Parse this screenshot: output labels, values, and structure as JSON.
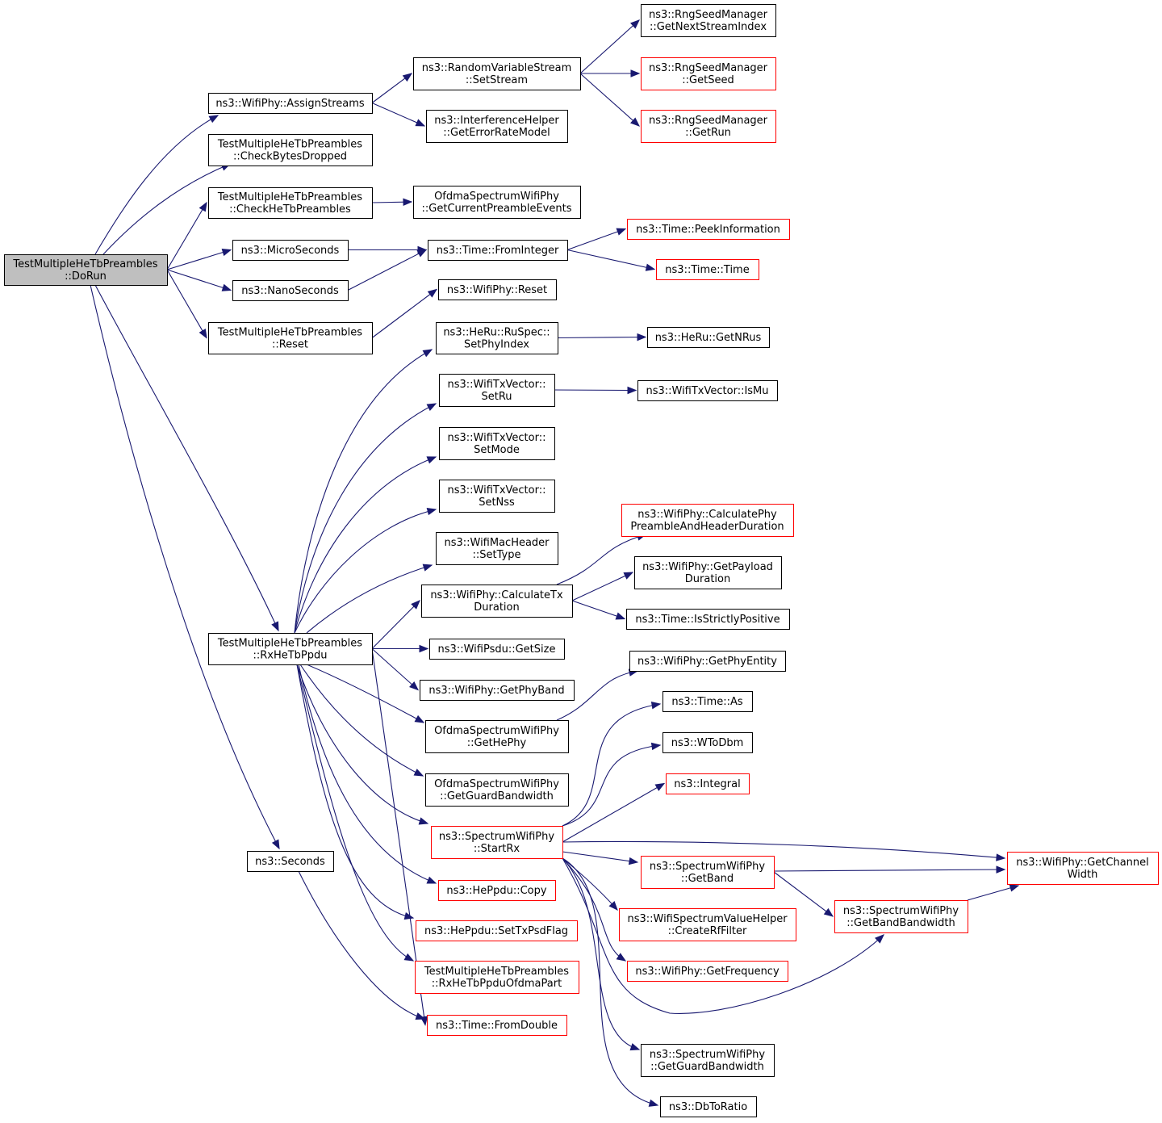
{
  "root": "TestMultipleHeTbPreambles::DoRun",
  "colors": {
    "edge": "#191970",
    "node_border": "#000000",
    "truncated_border": "#ff0000",
    "root_fill": "#bfbfbf"
  },
  "nodes": [
    {
      "id": "dorun",
      "lines": [
        "TestMultipleHeTbPreambles",
        "::DoRun"
      ],
      "style": "root"
    },
    {
      "id": "assignstreams",
      "lines": [
        "ns3::WifiPhy::AssignStreams"
      ],
      "style": "normal"
    },
    {
      "id": "checkbytes",
      "lines": [
        "TestMultipleHeTbPreambles",
        "::CheckBytesDropped"
      ],
      "style": "normal"
    },
    {
      "id": "checkhetb",
      "lines": [
        "TestMultipleHeTbPreambles",
        "::CheckHeTbPreambles"
      ],
      "style": "normal"
    },
    {
      "id": "micro",
      "lines": [
        "ns3::MicroSeconds"
      ],
      "style": "normal"
    },
    {
      "id": "nano",
      "lines": [
        "ns3::NanoSeconds"
      ],
      "style": "normal"
    },
    {
      "id": "reset",
      "lines": [
        "TestMultipleHeTbPreambles",
        "::Reset"
      ],
      "style": "normal"
    },
    {
      "id": "rxhetb",
      "lines": [
        "TestMultipleHeTbPreambles",
        "::RxHeTbPpdu"
      ],
      "style": "normal"
    },
    {
      "id": "seconds",
      "lines": [
        "ns3::Seconds"
      ],
      "style": "normal"
    },
    {
      "id": "setstream",
      "lines": [
        "ns3::RandomVariableStream",
        "::SetStream"
      ],
      "style": "normal"
    },
    {
      "id": "errmodel",
      "lines": [
        "ns3::InterferenceHelper",
        "::GetErrorRateModel"
      ],
      "style": "normal"
    },
    {
      "id": "nextstream",
      "lines": [
        "ns3::RngSeedManager",
        "::GetNextStreamIndex"
      ],
      "style": "normal"
    },
    {
      "id": "getseed",
      "lines": [
        "ns3::RngSeedManager",
        "::GetSeed"
      ],
      "style": "red"
    },
    {
      "id": "getrun",
      "lines": [
        "ns3::RngSeedManager",
        "::GetRun"
      ],
      "style": "red"
    },
    {
      "id": "curpre",
      "lines": [
        "OfdmaSpectrumWifiPhy",
        "::GetCurrentPreambleEvents"
      ],
      "style": "normal"
    },
    {
      "id": "frominteger",
      "lines": [
        "ns3::Time::FromInteger"
      ],
      "style": "normal"
    },
    {
      "id": "peekinfo",
      "lines": [
        "ns3::Time::PeekInformation"
      ],
      "style": "red"
    },
    {
      "id": "timetime",
      "lines": [
        "ns3::Time::Time"
      ],
      "style": "red"
    },
    {
      "id": "phyreset",
      "lines": [
        "ns3::WifiPhy::Reset"
      ],
      "style": "normal"
    },
    {
      "id": "setphyindex",
      "lines": [
        "ns3::HeRu::RuSpec::",
        "SetPhyIndex"
      ],
      "style": "normal"
    },
    {
      "id": "getnrus",
      "lines": [
        "ns3::HeRu::GetNRus"
      ],
      "style": "normal"
    },
    {
      "id": "setru",
      "lines": [
        "ns3::WifiTxVector::",
        "SetRu"
      ],
      "style": "normal"
    },
    {
      "id": "ismu",
      "lines": [
        "ns3::WifiTxVector::IsMu"
      ],
      "style": "normal"
    },
    {
      "id": "setmode",
      "lines": [
        "ns3::WifiTxVector::",
        "SetMode"
      ],
      "style": "normal"
    },
    {
      "id": "setnss",
      "lines": [
        "ns3::WifiTxVector::",
        "SetNss"
      ],
      "style": "normal"
    },
    {
      "id": "settype",
      "lines": [
        "ns3::WifiMacHeader",
        "::SetType"
      ],
      "style": "normal"
    },
    {
      "id": "calctx",
      "lines": [
        "ns3::WifiPhy::CalculateTx",
        "Duration"
      ],
      "style": "normal"
    },
    {
      "id": "calcphy",
      "lines": [
        "ns3::WifiPhy::CalculatePhy",
        "PreambleAndHeaderDuration"
      ],
      "style": "red"
    },
    {
      "id": "getpayload",
      "lines": [
        "ns3::WifiPhy::GetPayload",
        "Duration"
      ],
      "style": "normal"
    },
    {
      "id": "isstrict",
      "lines": [
        "ns3::Time::IsStrictlyPositive"
      ],
      "style": "normal"
    },
    {
      "id": "getsize",
      "lines": [
        "ns3::WifiPsdu::GetSize"
      ],
      "style": "normal"
    },
    {
      "id": "getphyband",
      "lines": [
        "ns3::WifiPhy::GetPhyBand"
      ],
      "style": "normal"
    },
    {
      "id": "gethephy",
      "lines": [
        "OfdmaSpectrumWifiPhy",
        "::GetHePhy"
      ],
      "style": "normal"
    },
    {
      "id": "getphyentity",
      "lines": [
        "ns3::WifiPhy::GetPhyEntity"
      ],
      "style": "normal"
    },
    {
      "id": "ofdmaguard",
      "lines": [
        "OfdmaSpectrumWifiPhy",
        "::GetGuardBandwidth"
      ],
      "style": "normal"
    },
    {
      "id": "startrx",
      "lines": [
        "ns3::SpectrumWifiPhy",
        "::StartRx"
      ],
      "style": "red"
    },
    {
      "id": "timeas",
      "lines": [
        "ns3::Time::As"
      ],
      "style": "normal"
    },
    {
      "id": "wtodbm",
      "lines": [
        "ns3::WToDbm"
      ],
      "style": "normal"
    },
    {
      "id": "integral",
      "lines": [
        "ns3::Integral"
      ],
      "style": "red"
    },
    {
      "id": "getchannelwidth",
      "lines": [
        "ns3::WifiPhy::GetChannel",
        "Width"
      ],
      "style": "red"
    },
    {
      "id": "getband",
      "lines": [
        "ns3::SpectrumWifiPhy",
        "::GetBand"
      ],
      "style": "red"
    },
    {
      "id": "createrf",
      "lines": [
        "ns3::WifiSpectrumValueHelper",
        "::CreateRfFilter"
      ],
      "style": "red"
    },
    {
      "id": "getbandbw",
      "lines": [
        "ns3::SpectrumWifiPhy",
        "::GetBandBandwidth"
      ],
      "style": "red"
    },
    {
      "id": "getfreq",
      "lines": [
        "ns3::WifiPhy::GetFrequency"
      ],
      "style": "red"
    },
    {
      "id": "spguard",
      "lines": [
        "ns3::SpectrumWifiPhy",
        "::GetGuardBandwidth"
      ],
      "style": "normal"
    },
    {
      "id": "dbtoratio",
      "lines": [
        "ns3::DbToRatio"
      ],
      "style": "normal"
    },
    {
      "id": "heppducopy",
      "lines": [
        "ns3::HePpdu::Copy"
      ],
      "style": "red"
    },
    {
      "id": "settxpsd",
      "lines": [
        "ns3::HePpdu::SetTxPsdFlag"
      ],
      "style": "red"
    },
    {
      "id": "rxofdma",
      "lines": [
        "TestMultipleHeTbPreambles",
        "::RxHeTbPpduOfdmaPart"
      ],
      "style": "red"
    },
    {
      "id": "fromdouble",
      "lines": [
        "ns3::Time::FromDouble"
      ],
      "style": "red"
    }
  ],
  "edges": [
    [
      "dorun",
      "assignstreams"
    ],
    [
      "dorun",
      "checkbytes"
    ],
    [
      "dorun",
      "checkhetb"
    ],
    [
      "dorun",
      "micro"
    ],
    [
      "dorun",
      "nano"
    ],
    [
      "dorun",
      "reset"
    ],
    [
      "dorun",
      "rxhetb"
    ],
    [
      "dorun",
      "seconds"
    ],
    [
      "assignstreams",
      "setstream"
    ],
    [
      "assignstreams",
      "errmodel"
    ],
    [
      "setstream",
      "nextstream"
    ],
    [
      "setstream",
      "getseed"
    ],
    [
      "setstream",
      "getrun"
    ],
    [
      "checkhetb",
      "curpre"
    ],
    [
      "micro",
      "frominteger"
    ],
    [
      "nano",
      "frominteger"
    ],
    [
      "frominteger",
      "peekinfo"
    ],
    [
      "frominteger",
      "timetime"
    ],
    [
      "reset",
      "phyreset"
    ],
    [
      "rxhetb",
      "setphyindex"
    ],
    [
      "rxhetb",
      "setru"
    ],
    [
      "rxhetb",
      "setmode"
    ],
    [
      "rxhetb",
      "setnss"
    ],
    [
      "rxhetb",
      "settype"
    ],
    [
      "rxhetb",
      "calctx"
    ],
    [
      "rxhetb",
      "getsize"
    ],
    [
      "rxhetb",
      "getphyband"
    ],
    [
      "rxhetb",
      "gethephy"
    ],
    [
      "rxhetb",
      "ofdmaguard"
    ],
    [
      "rxhetb",
      "startrx"
    ],
    [
      "rxhetb",
      "heppducopy"
    ],
    [
      "rxhetb",
      "settxpsd"
    ],
    [
      "rxhetb",
      "rxofdma"
    ],
    [
      "rxhetb",
      "fromdouble"
    ],
    [
      "setphyindex",
      "getnrus"
    ],
    [
      "setru",
      "ismu"
    ],
    [
      "calctx",
      "calcphy"
    ],
    [
      "calctx",
      "getpayload"
    ],
    [
      "calctx",
      "isstrict"
    ],
    [
      "gethephy",
      "getphyentity"
    ],
    [
      "startrx",
      "timeas"
    ],
    [
      "startrx",
      "wtodbm"
    ],
    [
      "startrx",
      "integral"
    ],
    [
      "startrx",
      "getchannelwidth"
    ],
    [
      "startrx",
      "getband"
    ],
    [
      "startrx",
      "createrf"
    ],
    [
      "startrx",
      "getbandbw"
    ],
    [
      "startrx",
      "getfreq"
    ],
    [
      "startrx",
      "spguard"
    ],
    [
      "startrx",
      "dbtoratio"
    ],
    [
      "getband",
      "getchannelwidth"
    ],
    [
      "getband",
      "getbandbw"
    ],
    [
      "getbandbw",
      "getchannelwidth"
    ],
    [
      "seconds",
      "fromdouble"
    ]
  ]
}
